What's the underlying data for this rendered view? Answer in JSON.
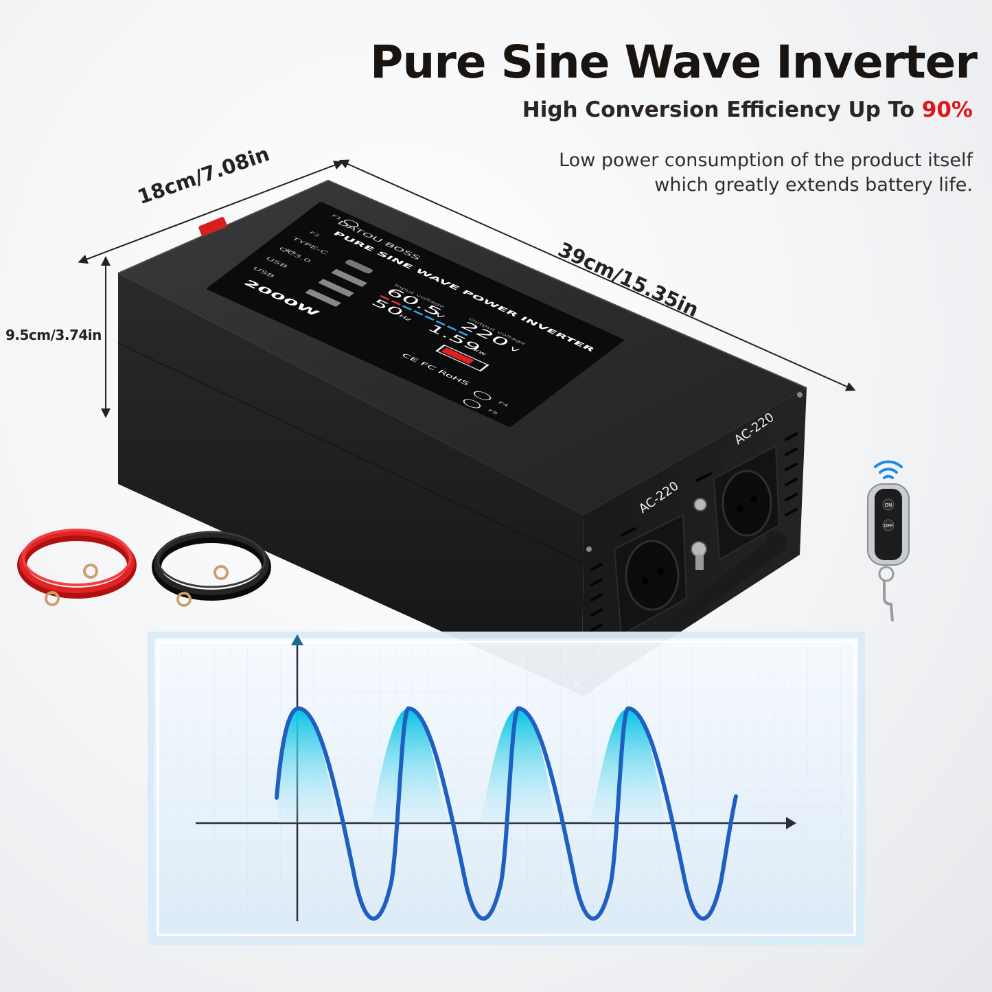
{
  "header": {
    "title": "Pure Sine Wave Inverter",
    "subtitle_prefix": "High Conversion Efficiency Up To ",
    "subtitle_highlight": "90%",
    "description_line1": "Low power consumption of the product itself",
    "description_line2": "which greatly extends battery life."
  },
  "dimensions": {
    "width": "18cm/7.08in",
    "length": "39cm/15.35in",
    "height": "9.5cm/3.74in"
  },
  "product": {
    "panel_title": "PURE SINE WAVE POWER INVERTER",
    "brand": "DATOU BOSS",
    "power_rating": "2000W",
    "input_voltage_value": "60.5",
    "input_voltage_unit": "V",
    "output_voltage_value": "220",
    "output_voltage_unit": "V",
    "frequency_value": "50",
    "frequency_unit": "Hz",
    "power_value": "1.59",
    "power_unit": "kw",
    "input_voltage_label": "Input voltage",
    "output_voltage_label": "Output voltage",
    "certifications": "CE FC RoHS",
    "port_labels": [
      "TYPE-C",
      "QC3.0",
      "USB",
      "USB"
    ],
    "function_keys": [
      "F1",
      "F2",
      "F3",
      "F4",
      "F5"
    ],
    "outlet_labels": [
      "AC-220",
      "AC-220"
    ]
  },
  "remote": {
    "on_label": "ON",
    "off_label": "OFF"
  },
  "colors": {
    "accent_red": "#e0151b",
    "wave_blue": "#1e5fc0",
    "panel_glow": "#9fd0ee"
  }
}
